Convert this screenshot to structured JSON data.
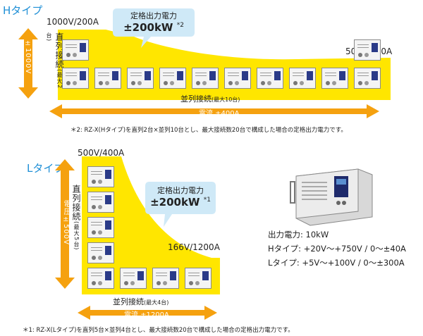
{
  "h_type": {
    "title": "Hタイプ",
    "voltage_top": "1000V/200A",
    "voltage_right": "500V/400A",
    "callout_line1": "定格出力電力",
    "callout_value": "±200kW",
    "callout_mark": "*2",
    "vertical_arrow": "電圧±1000V",
    "series_label": "直列接続",
    "series_note": "(最大2台)",
    "parallel_label": "並列接続",
    "parallel_note": "(最大10台)",
    "current_arrow": "電流 ±400A",
    "footnote": "＊2: RZ-X(Hタイプ)を直列2台×並列10台とし、最大接続数20台で構成した場合の定格出力電力です。"
  },
  "l_type": {
    "title": "Lタイプ",
    "voltage_top": "500V/400A",
    "voltage_right": "166V/1200A",
    "callout_line1": "定格出力電力",
    "callout_value": "±200kW",
    "callout_mark": "*1",
    "vertical_arrow": "電圧±500V",
    "series_label": "直列接続",
    "series_note": "(最大5台)",
    "parallel_label": "並列接続",
    "parallel_note": "(最大4台)",
    "current_arrow": "電流 ±1200A",
    "footnote": "＊1: RZ-X(Lタイプ)を直列5台×並列4台とし、最大接続数20台で構成した場合の定格出力電力です。"
  },
  "specs": {
    "power": "出力電力: 10kW",
    "h_type": "Hタイプ: +20V〜+750V / 0〜±40A",
    "l_type": "Lタイプ: +5V〜+100V / 0〜±300A"
  },
  "colors": {
    "yellow": "#ffe600",
    "orange": "#f5a10f",
    "callout": "#cfe9f7",
    "title_blue": "#1f8fd6"
  }
}
